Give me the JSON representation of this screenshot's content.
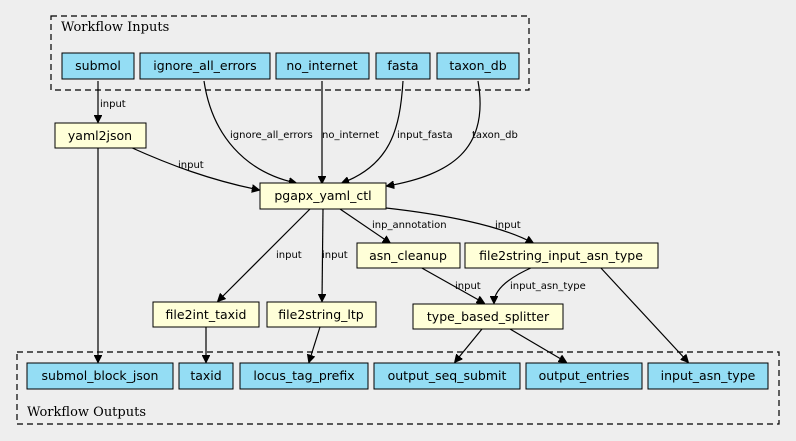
{
  "clusters": {
    "inputs": {
      "label": "Workflow Inputs"
    },
    "outputs": {
      "label": "Workflow Outputs"
    }
  },
  "nodes": {
    "submol": "submol",
    "ignore_all_errors": "ignore_all_errors",
    "no_internet": "no_internet",
    "fasta": "fasta",
    "taxon_db": "taxon_db",
    "yaml2json": "yaml2json",
    "pgapx_yaml_ctl": "pgapx_yaml_ctl",
    "asn_cleanup": "asn_cleanup",
    "file2string_input_asn_type": "file2string_input_asn_type",
    "file2int_taxid": "file2int_taxid",
    "file2string_ltp": "file2string_ltp",
    "type_based_splitter": "type_based_splitter",
    "submol_block_json": "submol_block_json",
    "taxid": "taxid",
    "locus_tag_prefix": "locus_tag_prefix",
    "output_seq_submit": "output_seq_submit",
    "output_entries": "output_entries",
    "input_asn_type": "input_asn_type"
  },
  "colors": {
    "io_fill": "#94ddf4",
    "step_fill": "#ffffd8",
    "background": "#eeeeee"
  },
  "edges": {
    "submol_yaml2json": "input",
    "ignore_pgapx": "ignore_all_errors",
    "nointernet_pgapx": "no_internet",
    "fasta_pgapx": "input_fasta",
    "taxondb_pgapx": "taxon_db",
    "yaml2json_pgapx": "input",
    "pgapx_asn_cleanup": "inp_annotation",
    "pgapx_f2s_asn": "input",
    "pgapx_f2int": "input",
    "pgapx_f2s_ltp": "input",
    "asn_cleanup_splitter": "input",
    "f2s_asn_splitter": "input_asn_type"
  }
}
